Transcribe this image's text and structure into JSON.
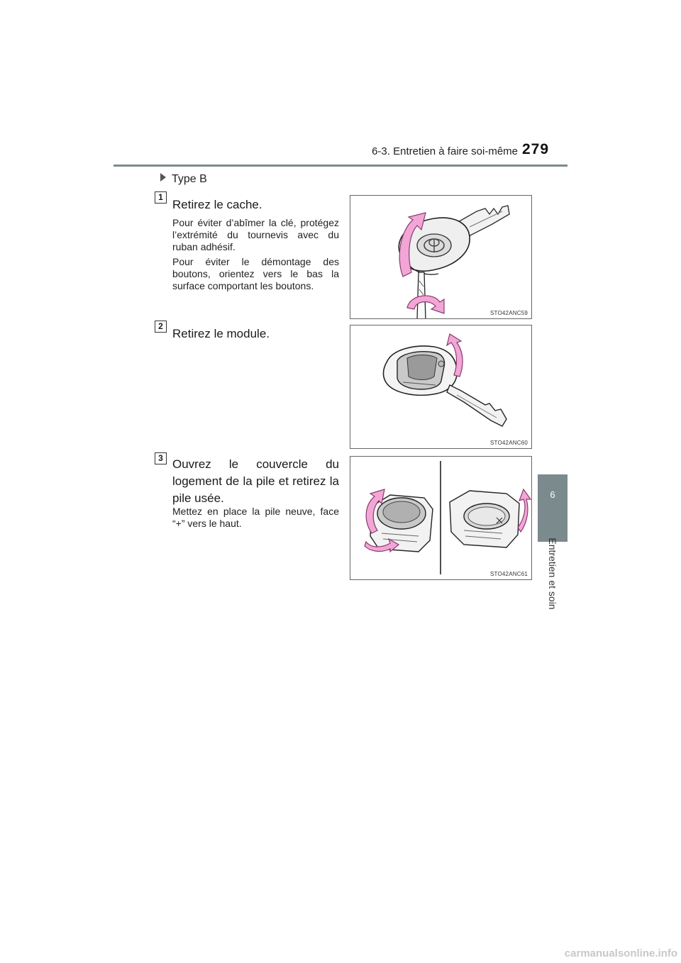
{
  "header": {
    "section": "6-3. Entretien à faire soi-même",
    "page_number": "279"
  },
  "side_tab": {
    "chapter_number": "6",
    "chapter_label": "Entretien et soin"
  },
  "type_label": "Type B",
  "steps": [
    {
      "number": "1",
      "title": "Retirez le cache.",
      "paragraphs": [
        "Pour éviter d’abîmer la clé, protégez l’extrémité du tournevis avec du ruban adhésif.",
        "Pour éviter le démontage des boutons, orientez vers le bas la surface comportant les boutons."
      ],
      "figure_code": "STO42ANC59"
    },
    {
      "number": "2",
      "title": "Retirez le module.",
      "paragraphs": [],
      "figure_code": "STO42ANC60"
    },
    {
      "number": "3",
      "title": "Ouvrez le couvercle du logement de la pile et retirez la pile usée.",
      "paragraphs": [
        "Mettez en place la pile neuve, face “+” vers le haut."
      ],
      "figure_code": "STO42ANC61"
    }
  ],
  "colors": {
    "accent_gray": "#7b8a8c",
    "arrow_pink": "#f2a6d6",
    "arrow_outline": "#8a3a70"
  },
  "watermark": "carmanualsonline.info"
}
